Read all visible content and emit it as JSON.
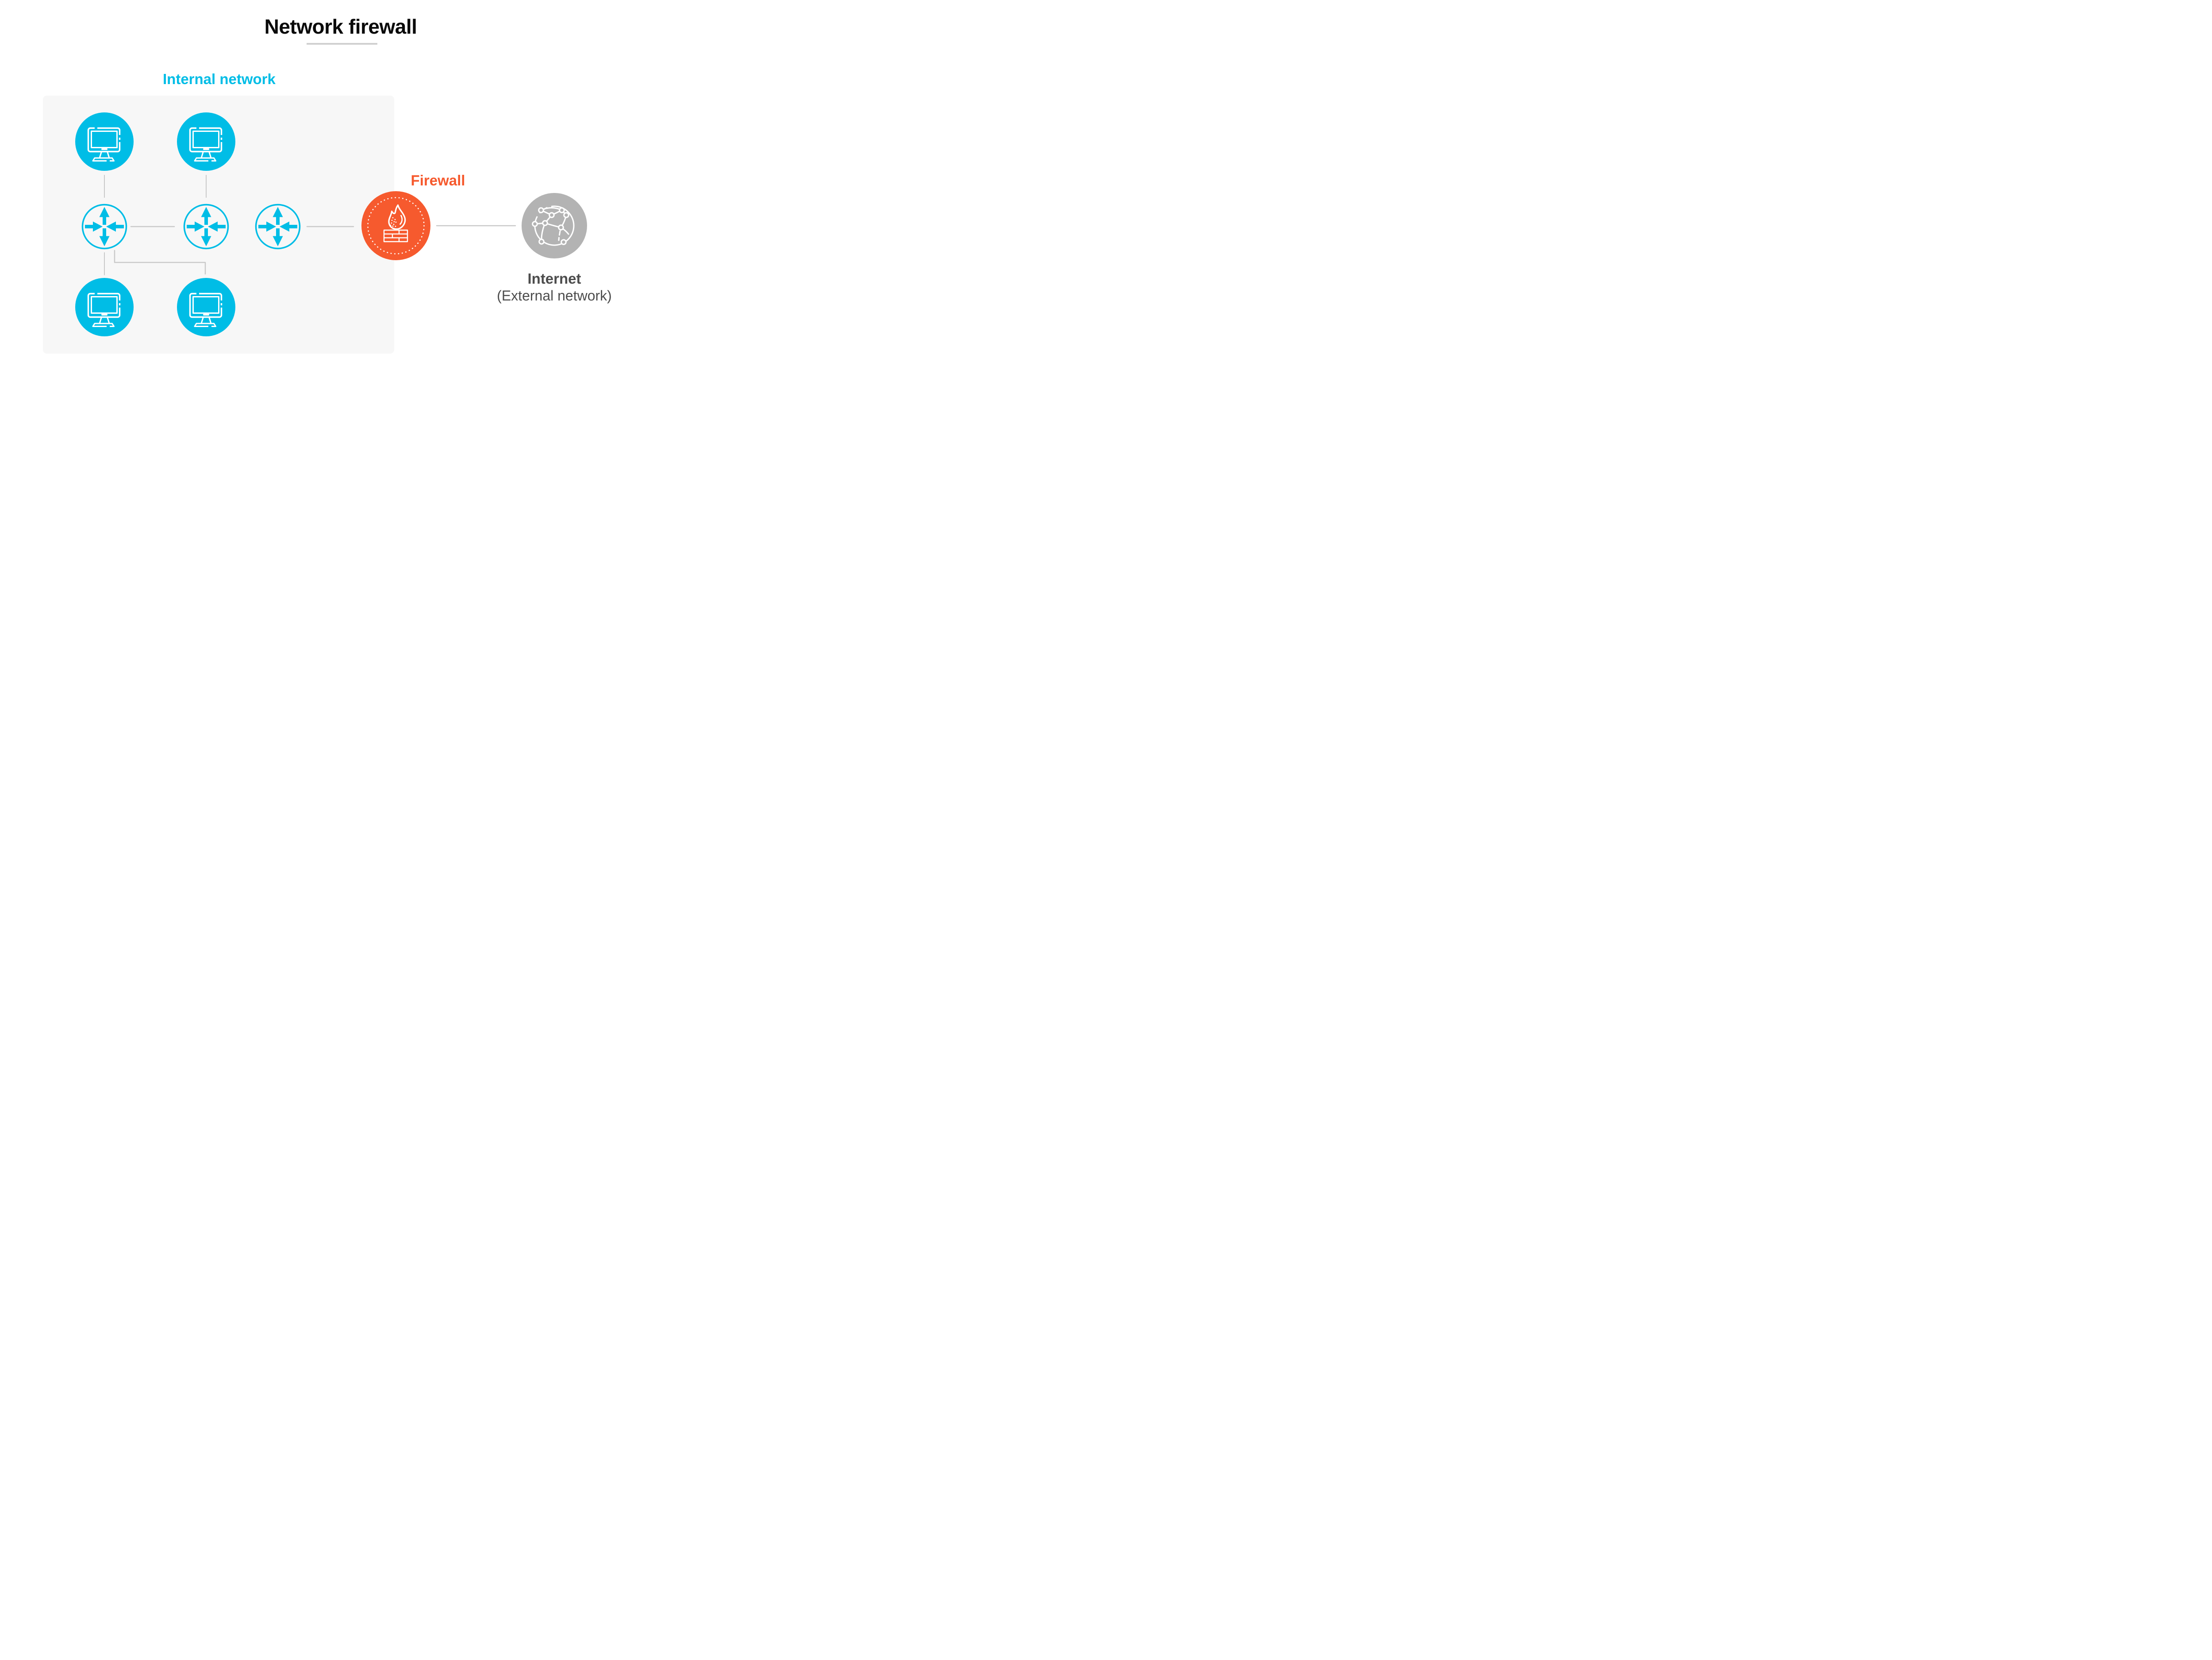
{
  "title": {
    "text": "Network firewall"
  },
  "labels": {
    "internal_network": "Internal network",
    "firewall": "Firewall",
    "internet": "Internet",
    "internet_sub": "(External network)"
  },
  "colors": {
    "cyan": "#00BDE6",
    "orange": "#F65A2E",
    "internet_gray": "#B3B3B3",
    "box_bg": "#F7F7F7",
    "connector": "#C9C9C9",
    "underline": "#D0D0D0",
    "text_dark": "#4D4D4D",
    "title": "#0A0A0A",
    "icon_stroke": "#FFFFFF"
  },
  "icons": {
    "computer": "computer-monitor-icon",
    "router": "router-crossed-arrows-icon",
    "firewall": "flame-brick-wall-icon",
    "internet": "globe-network-icon"
  }
}
